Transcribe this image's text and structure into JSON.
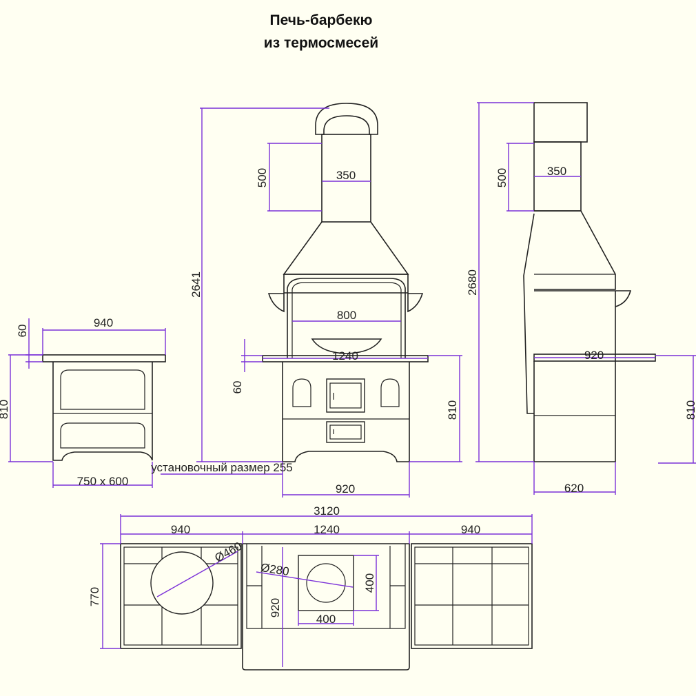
{
  "title": {
    "line1": "Печь-барбекю",
    "line2": "из термосмесей"
  },
  "colors": {
    "background": "#fffff2",
    "dimension_lines": "#7a30d8",
    "object_lines": "#222222"
  },
  "front_view": {
    "dims": {
      "total_height": "2641",
      "chimney_height": "500",
      "chimney_width": "350",
      "hood_opening": "800",
      "worktop_width": "1240",
      "worktop_thickness": "60",
      "worktop_height": "810",
      "base_width": "920"
    }
  },
  "side_view": {
    "dims": {
      "total_height": "2680",
      "chimney_height": "500",
      "chimney_width": "350",
      "worktop_depth": "920",
      "worktop_height": "810",
      "base_depth": "620"
    }
  },
  "side_table": {
    "dims": {
      "top_width": "940",
      "top_thickness": "60",
      "height": "810",
      "footprint": "750 х 600"
    }
  },
  "install_note": "установочный размер 255",
  "plan_view": {
    "dims": {
      "total_width": "3120",
      "left_width": "940",
      "center_width": "1240",
      "right_width": "940",
      "left_depth": "770",
      "center_depth": "920",
      "left_circle": "Ø460",
      "center_circle": "Ø280",
      "grate_width": "400",
      "grate_height": "400"
    }
  }
}
